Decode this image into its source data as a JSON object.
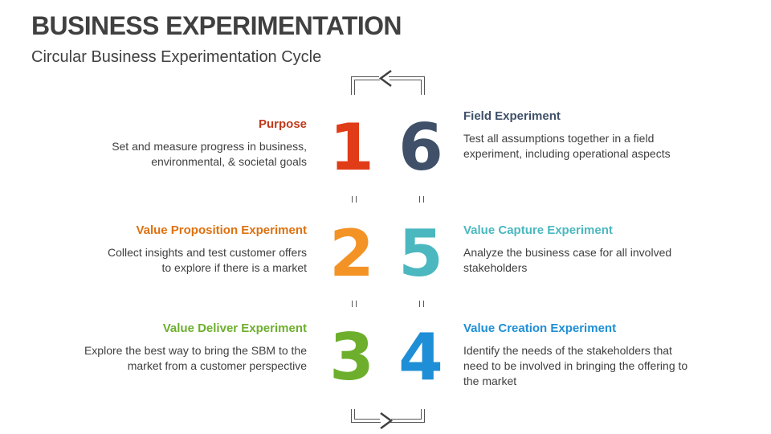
{
  "header": {
    "title": "BUSINESS EXPERIMENTATION",
    "subtitle": "Circular Business Experimentation Cycle"
  },
  "steps": [
    {
      "number": "1",
      "title": "Purpose",
      "description_lines": [
        "Set and measure progress in business,",
        "environmental, & societal goals"
      ],
      "color": "#E03C17",
      "side": "left"
    },
    {
      "number": "2",
      "title": "Value Proposition Experiment",
      "description_lines": [
        "Collect insights and test customer offers",
        "to explore if there is a market"
      ],
      "color": "#F39325",
      "title_color": "#DE7110",
      "side": "left"
    },
    {
      "number": "3",
      "title": "Value Deliver Experiment",
      "description_lines": [
        "Explore the best way to bring the SBM to the",
        "market from a customer perspective"
      ],
      "color": "#6DAF2D",
      "side": "left"
    },
    {
      "number": "4",
      "title": "Value Creation Experiment",
      "description_lines": [
        "Identify the needs of the stakeholders that",
        "need to be involved in bringing the offering to",
        "the market"
      ],
      "color": "#1E8FD6",
      "side": "right"
    },
    {
      "number": "5",
      "title": "Value Capture Experiment",
      "description_lines": [
        "Analyze the business case for all involved",
        "stakeholders"
      ],
      "color": "#4BB8C0",
      "side": "right"
    },
    {
      "number": "6",
      "title": "Field Experiment",
      "description_lines": [
        "Test all assumptions together in a field",
        "experiment, including operational aspects"
      ],
      "color": "#3F5068",
      "side": "right"
    }
  ],
  "connectors": {
    "top_arrow": "chevron-left",
    "bottom_arrow": "chevron-right",
    "line_color": "#555555"
  }
}
